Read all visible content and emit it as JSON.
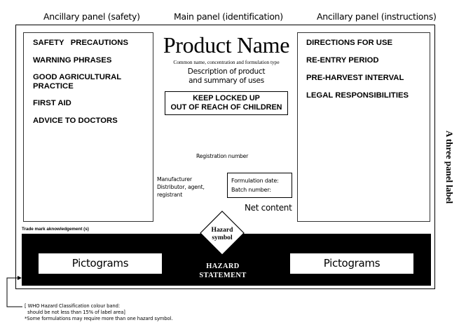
{
  "headers": {
    "left": "Ancillary panel (safety)",
    "center": "Main panel (identification)",
    "right": "Ancillary panel (instructions)"
  },
  "left_panel": {
    "items": [
      "SAFETY   PRECAUTIONS",
      "WARNING PHRASES",
      "GOOD AGRICULTURAL\nPRACTICE",
      "FIRST AID",
      "ADVICE TO DOCTORS"
    ]
  },
  "main_panel": {
    "product_name": "Product Name",
    "subtitle": "Common name, concentration and formulation type",
    "description": "Description of product\nand summary of uses",
    "keep_locked": "KEEP LOCKED UP\nOUT OF REACH OF CHILDREN",
    "registration": "Registration number",
    "manufacturer": "Manufacturer\nDistributor, agent,\nregistrant",
    "formulation_date": "Formulation date:",
    "batch_number": "Batch number:",
    "net_content": "Net content"
  },
  "right_panel": {
    "items": [
      "DIRECTIONS FOR USE",
      "RE-ENTRY PERIOD",
      "PRE-HARVEST INTERVAL",
      "LEGAL RESPONSIBILITIES"
    ]
  },
  "side_label": "A three panel label",
  "trademark": "Trade mark aknowledgement (s)",
  "band": {
    "pictograms_left": "Pictograms",
    "pictograms_right": "Pictograms",
    "hazard_symbol": "Hazard\nsymbol",
    "hazard_statement": "HAZARD\nSTATEMENT",
    "color": "#000000"
  },
  "notes": "[ WHO Hazard Classification colour band:\n  should be not less than 15% of label area]\n*Some formulations may require more than one hazard symbol."
}
